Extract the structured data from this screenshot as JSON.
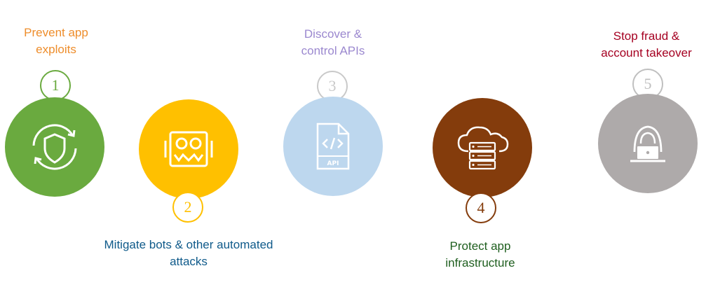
{
  "steps": [
    {
      "number": "1",
      "title_lines": [
        "Prevent app",
        "exploits"
      ],
      "icon": "shield-refresh-icon",
      "circle_color": "#6aaa3f",
      "text_color": "#ee8d2b",
      "number_color": "#6aaa3f"
    },
    {
      "number": "2",
      "title_lines": [
        "Mitigate bots & other automated",
        "attacks"
      ],
      "icon": "bot-face-icon",
      "circle_color": "#ffc000",
      "text_color": "#0f5a8a",
      "number_color": "#ffc000"
    },
    {
      "number": "3",
      "title_lines": [
        "Discover &",
        "control APIs"
      ],
      "icon": "api-file-icon",
      "icon_text": "API",
      "circle_color": "#bdd7ee",
      "text_color": "#9b88cf",
      "number_color": "#c9c9c9"
    },
    {
      "number": "4",
      "title_lines": [
        "Protect app",
        "infrastructure"
      ],
      "icon": "cloud-server-icon",
      "circle_color": "#843c0c",
      "text_color": "#1e5e1e",
      "number_color": "#843c0c"
    },
    {
      "number": "5",
      "title_lines": [
        "Stop fraud &",
        "account takeover"
      ],
      "icon": "hooded-hacker-icon",
      "circle_color": "#aeaaaa",
      "text_color": "#a50021",
      "number_color": "#bfbfbf"
    }
  ]
}
